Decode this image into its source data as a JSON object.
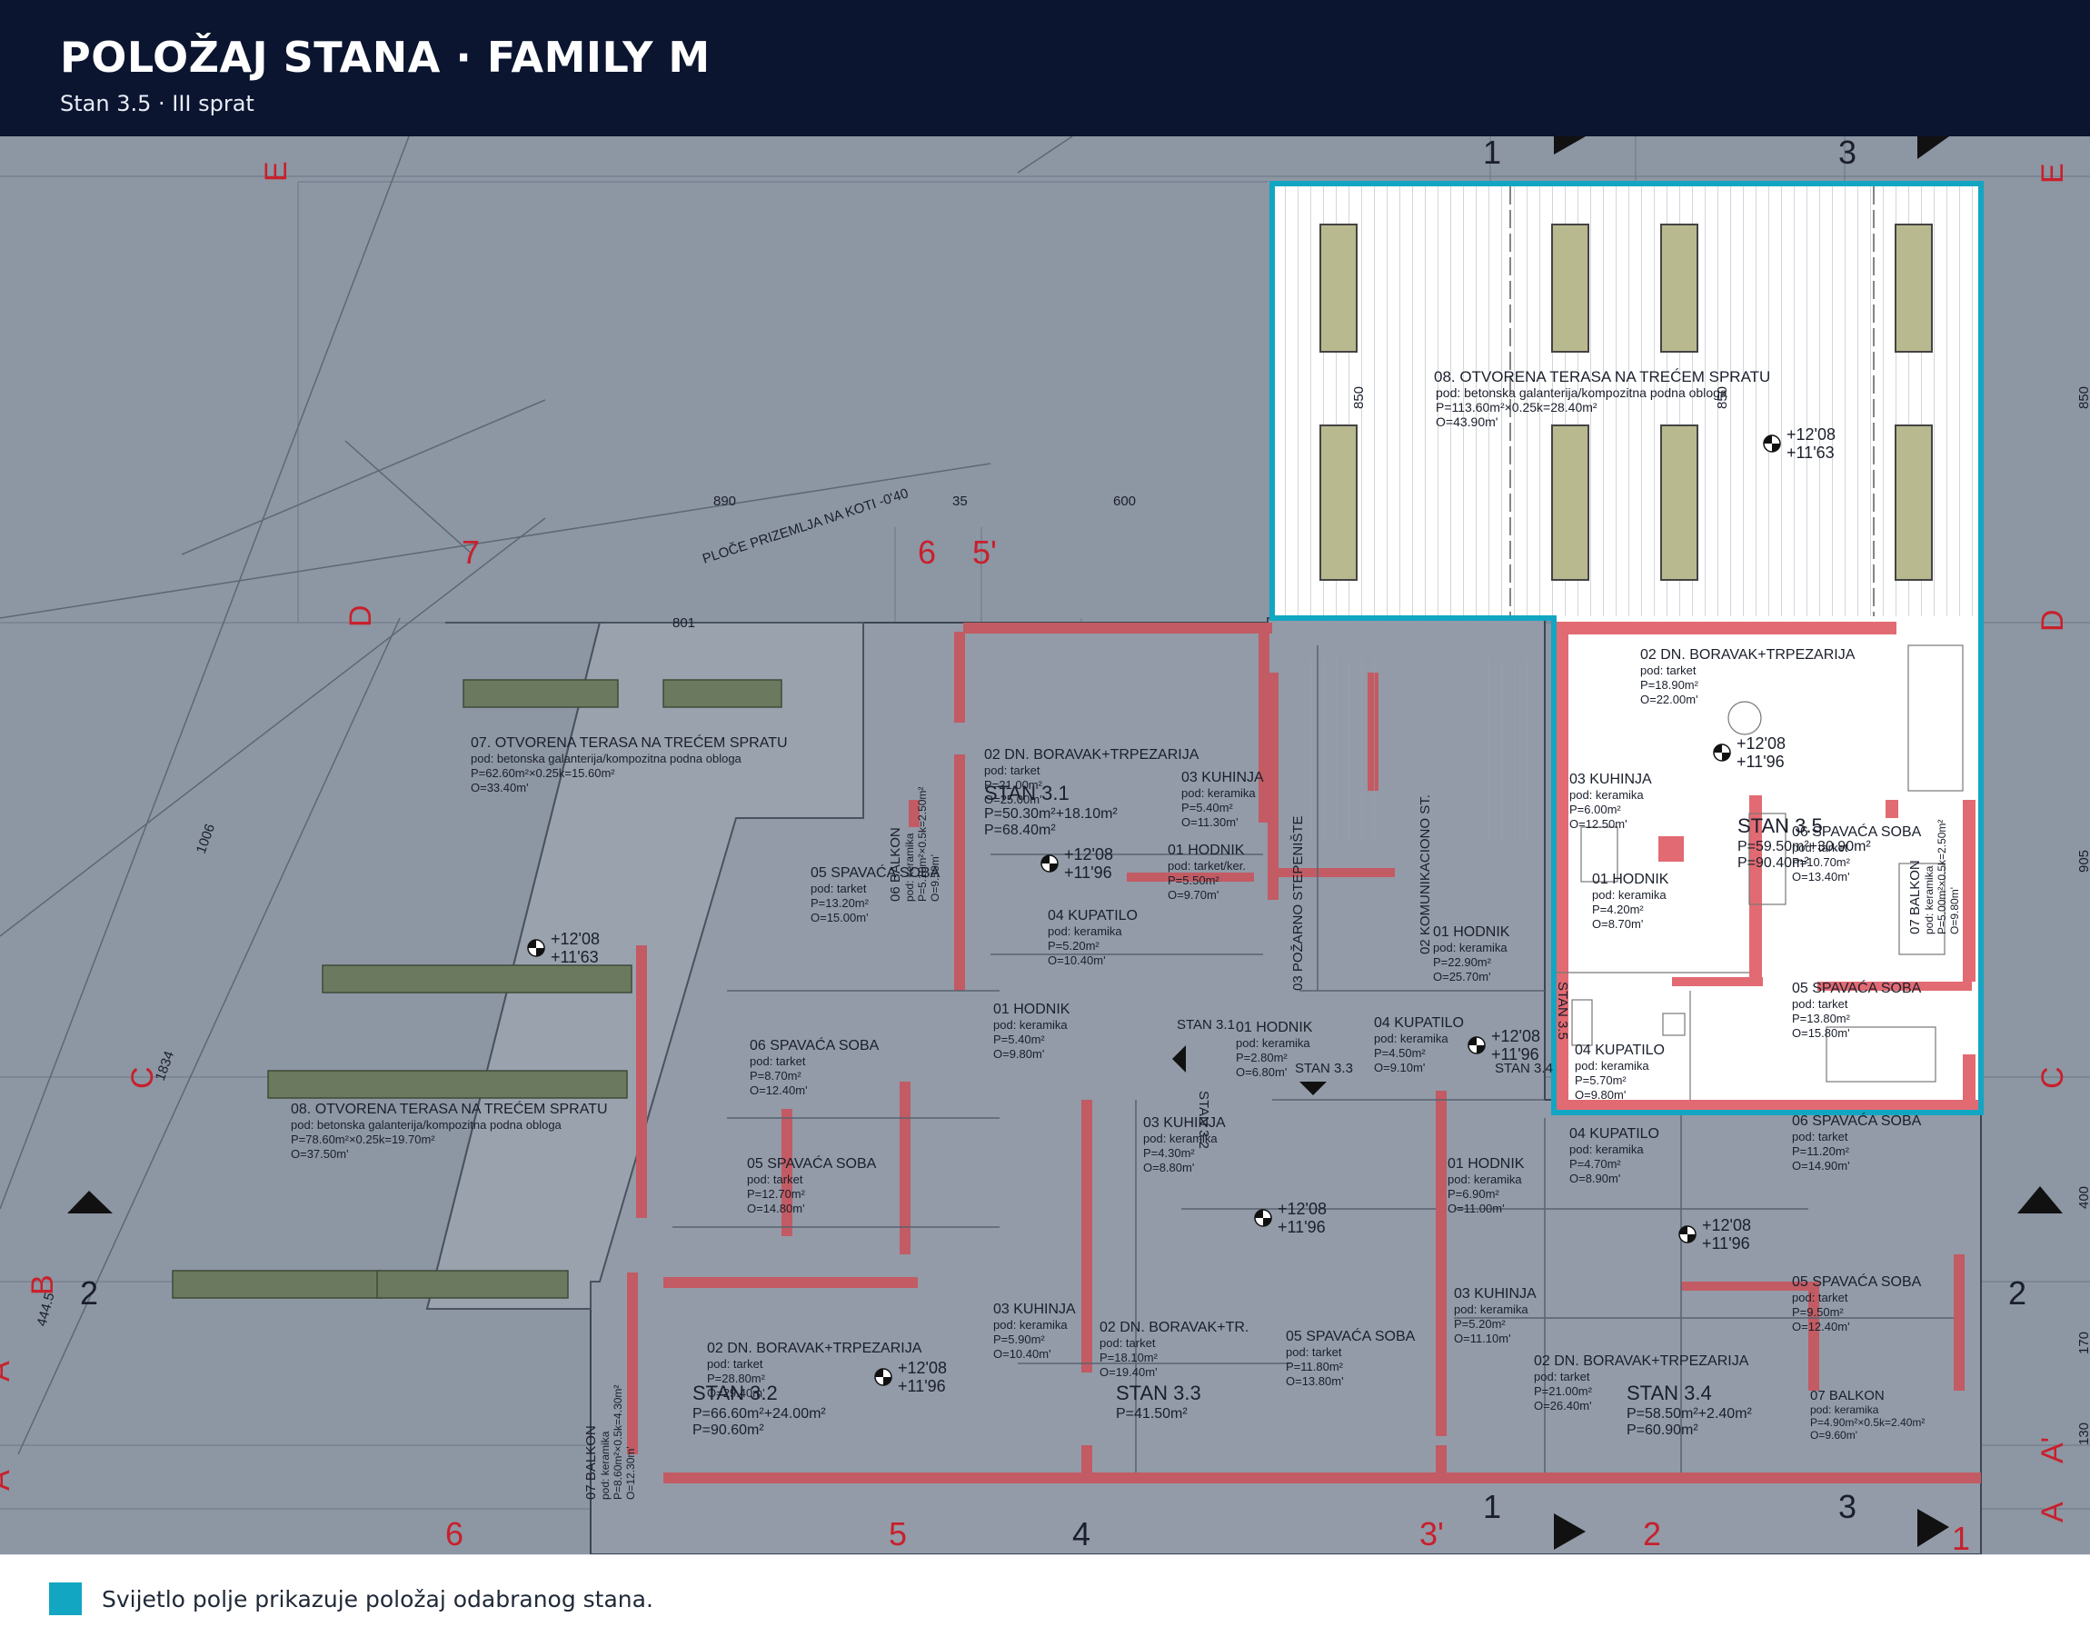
{
  "header": {
    "title": "POLOŽAJ STANA · FAMILY M",
    "subtitle": "Stan 3.5   ·   III sprat"
  },
  "footer": {
    "legend": "Svijetlo polje prikazuje položaj odabranog stana."
  },
  "colors": {
    "header_bg": "#0b1530",
    "highlight": "#12a6c2",
    "walls": "#d85e66",
    "plan_dim": "#8d96a3"
  },
  "plan": {
    "note_ploce": "PLOČE PRIZEMLJA NA KOTI -0'40",
    "axis": {
      "a1": "1",
      "a3": "3",
      "a7": "7",
      "a6": "6",
      "a5p": "5'",
      "a6b": "6",
      "a5": "5",
      "a4": "4",
      "a3p": "3'",
      "a2": "2",
      "a1b": "1",
      "a3b": "3",
      "a1c": "1",
      "ae": "E",
      "ad": "D",
      "ac": "C",
      "ab": "B",
      "aa": "A",
      "aap": "A'",
      "ae2": "E",
      "ad2": "D",
      "ac2": "C",
      "aa2": "A",
      "aap2": "A'",
      "s2": "2",
      "s2r": "2"
    },
    "dims": {
      "d890": "890",
      "d35": "35",
      "d600": "600",
      "d801": "801",
      "d1006": "1006",
      "d1834": "1834",
      "d4445": "444.5",
      "d850a": "850",
      "d850b": "850",
      "d850c": "850",
      "d905": "905",
      "d400": "400",
      "d170": "170",
      "d130": "130"
    },
    "rooms": [
      {
        "title": "08. OTVORENA TERASA NA TREĆEM SPRATU",
        "line1": "pod: betonska galanterija/kompozitna podna obloga",
        "line2": "P=113.60m²×0.25k=28.40m²",
        "line3": "O=43.90m'"
      },
      {
        "title": "07. OTVORENA TERASA NA TREĆEM SPRATU",
        "line1": "pod: betonska galanterija/kompozitna podna obloga",
        "line2": "P=62.60m²×0.25k=15.60m²",
        "line3": "O=33.40m'"
      },
      {
        "title": "08. OTVORENA TERASA NA TREĆEM SPRATU",
        "line1": "pod: betonska galanterija/kompozitna podna obloga",
        "line2": "P=78.60m²×0.25k=19.70m²",
        "line3": "O=37.50m'"
      },
      {
        "title": "02 DN. BORAVAK+TRPEZARIJA",
        "line1": "pod: tarket",
        "line2": "P=18.90m²",
        "line3": "O=22.00m'"
      },
      {
        "title": "03 KUHINJA",
        "line1": "pod: keramika",
        "line2": "P=6.00m²",
        "line3": "O=12.50m'"
      },
      {
        "title": "06 SPAVAĆA SOBA",
        "line1": "pod: tarket",
        "line2": "P=10.70m²",
        "line3": "O=13.40m'"
      },
      {
        "title": "01 HODNIK",
        "line1": "pod: keramika",
        "line2": "P=4.20m²",
        "line3": "O=8.70m'"
      },
      {
        "title": "05 SPAVAĆA SOBA",
        "line1": "pod: tarket",
        "line2": "P=13.80m²",
        "line3": "O=15.80m'"
      },
      {
        "title": "04 KUPATILO",
        "line1": "pod: keramika",
        "line2": "P=5.70m²",
        "line3": "O=9.80m'"
      },
      {
        "title": "02 DN. BORAVAK+TRPEZARIJA",
        "line1": "pod: tarket",
        "line2": "P=21.00m²",
        "line3": "O=25.00m'"
      },
      {
        "title": "03 KUHINJA",
        "line1": "pod: keramika",
        "line2": "P=5.40m²",
        "line3": "O=11.30m'"
      },
      {
        "title": "05 SPAVAĆA SOBA",
        "line1": "pod: tarket",
        "line2": "P=13.20m²",
        "line3": "O=15.00m'"
      },
      {
        "title": "04 KUPATILO",
        "line1": "pod: keramika",
        "line2": "P=5.20m²",
        "line3": "O=10.40m'"
      },
      {
        "title": "01 HODNIK",
        "line1": "pod: tarket/ker.",
        "line2": "P=5.50m²",
        "line3": "O=9.70m'"
      },
      {
        "title": "06 SPAVAĆA SOBA",
        "line1": "pod: tarket",
        "line2": "P=8.70m²",
        "line3": "O=12.40m'"
      },
      {
        "title": "01 HODNIK",
        "line1": "pod: keramika",
        "line2": "P=5.40m²",
        "line3": "O=9.80m'"
      },
      {
        "title": "01 HODNIK",
        "line1": "pod: keramika",
        "line2": "P=2.80m²",
        "line3": "O=6.80m'"
      },
      {
        "title": "04 KUPATILO",
        "line1": "pod: keramika",
        "line2": "P=4.50m²",
        "line3": "O=9.10m'"
      },
      {
        "title": "01 HODNIK",
        "line1": "pod: keramika",
        "line2": "P=22.90m²",
        "line3": "O=25.70m'"
      },
      {
        "title": "05 SPAVAĆA SOBA",
        "line1": "pod: tarket",
        "line2": "P=12.70m²",
        "line3": "O=14.80m'"
      },
      {
        "title": "03 KUHINJA",
        "line1": "pod: keramika",
        "line2": "P=4.30m²",
        "line3": "O=8.80m'"
      },
      {
        "title": "01 HODNIK",
        "line1": "pod: keramika",
        "line2": "P=6.90m²",
        "line3": "O=11.00m'"
      },
      {
        "title": "04 KUPATILO",
        "line1": "pod: keramika",
        "line2": "P=4.70m²",
        "line3": "O=8.90m'"
      },
      {
        "title": "06 SPAVAĆA SOBA",
        "line1": "pod: tarket",
        "line2": "P=11.20m²",
        "line3": "O=14.90m'"
      },
      {
        "title": "02 DN. BORAVAK+TRPEZARIJA",
        "line1": "pod: tarket",
        "line2": "P=28.80m²",
        "line3": "O=29.40m'"
      },
      {
        "title": "03 KUHINJA",
        "line1": "pod: keramika",
        "line2": "P=5.90m²",
        "line3": "O=10.40m'"
      },
      {
        "title": "02 DN. BORAVAK+TR.",
        "line1": "pod: tarket",
        "line2": "P=18.10m²",
        "line3": "O=19.40m'"
      },
      {
        "title": "05 SPAVAĆA SOBA",
        "line1": "pod: tarket",
        "line2": "P=11.80m²",
        "line3": "O=13.80m'"
      },
      {
        "title": "03 KUHINJA",
        "line1": "pod: keramika",
        "line2": "P=5.20m²",
        "line3": "O=11.10m'"
      },
      {
        "title": "02 DN. BORAVAK+TRPEZARIJA",
        "line1": "pod: tarket",
        "line2": "P=21.00m²",
        "line3": "O=26.40m'"
      },
      {
        "title": "05 SPAVAĆA SOBA",
        "line1": "pod: tarket",
        "line2": "P=9.50m²",
        "line3": "O=12.40m'"
      }
    ],
    "units": [
      {
        "name": "STAN 3.5",
        "l1": "P=59.50m²+30.90m²",
        "l2": "P=90.40m²"
      },
      {
        "name": "STAN 3.1",
        "l1": "P=50.30m²+18.10m²",
        "l2": "P=68.40m²"
      },
      {
        "name": "STAN 3.2",
        "l1": "P=66.60m²+24.00m²",
        "l2": "P=90.60m²"
      },
      {
        "name": "STAN 3.3",
        "l1": "P=41.50m²",
        "l2": ""
      },
      {
        "name": "STAN 3.4",
        "l1": "P=58.50m²+2.40m²",
        "l2": "P=60.90m²"
      }
    ],
    "levels": [
      {
        "a": "+12'08",
        "b": "+11'63"
      },
      {
        "a": "+12'08",
        "b": "+11'96"
      },
      {
        "a": "+12'08",
        "b": "+11'96"
      },
      {
        "a": "+12'08",
        "b": "+11'63"
      },
      {
        "a": "+12'08",
        "b": "+11'96"
      },
      {
        "a": "+12'08",
        "b": "+11'96"
      },
      {
        "a": "+12'08",
        "b": "+11'96"
      },
      {
        "a": "+12'08",
        "b": "+11'96"
      }
    ],
    "balcony": [
      {
        "title": "07 BALKON",
        "l1": "pod: keramika",
        "l2": "P=5.00m²×0.5k=2.50m²",
        "l3": "O=9.80m'"
      },
      {
        "title": "06 BALKON",
        "l1": "pod: keramika",
        "l2": "P=5.10m²×0.5k=2.50m²",
        "l3": "O=9.50m'"
      },
      {
        "title": "07 BALKON",
        "l1": "pod: keramika",
        "l2": "P=8.60m²×0.5k=4.30m²",
        "l3": "O=12.30m'"
      },
      {
        "title": "07 BALKON",
        "l1": "pod: keramika",
        "l2": "P=4.90m²×0.5k=2.40m²",
        "l3": "O=9.60m'"
      }
    ],
    "misc": {
      "stair": "03 POŽARNO STEPENIŠTE",
      "komun": "02 KOMUNIKACIONO ST.",
      "stan31": "STAN 3.1",
      "stan32": "STAN 3.2",
      "stan33": "STAN 3.3",
      "stan34": "STAN 3.4",
      "stan35": "STAN 3.5"
    }
  }
}
